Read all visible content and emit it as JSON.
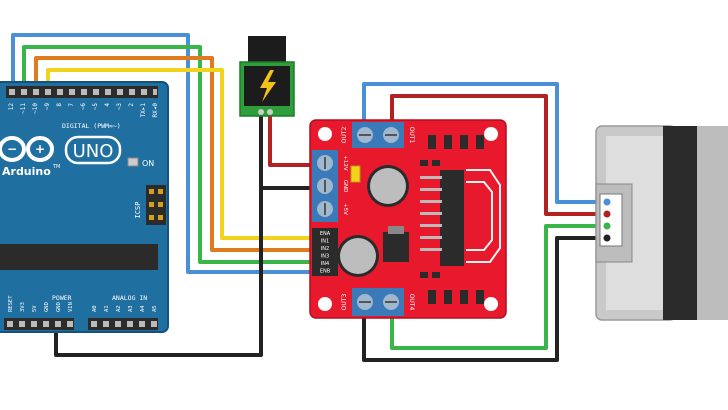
{
  "arduino": {
    "brand_uno": "UNO",
    "brand_arduino": "Arduino",
    "trademark": "TM",
    "digital_label": "DIGITAL (PWM=~)",
    "on_label": "ON",
    "icsp_label": "ICSP",
    "power_label": "POWER",
    "analog_label": "ANALOG IN",
    "top_pins": [
      "12",
      "~11",
      "~10",
      "~9",
      "8",
      "7",
      "~6",
      "~5",
      "4",
      "~3",
      "2",
      "TX▸1",
      "RX◂0"
    ],
    "bottom_pins": [
      "RESET",
      "3V3",
      "5V",
      "GND",
      "GND",
      "VIN"
    ],
    "analog_pins": [
      "A0",
      "A1",
      "A2",
      "A3",
      "A4",
      "A5"
    ]
  },
  "driver": {
    "out1": "OUT1",
    "out2": "OUT2",
    "out3": "OUT3",
    "out4": "OUT4",
    "v12": "+12V",
    "gnd": "GND",
    "v5": "+5V",
    "inputs": [
      "ENA",
      "IN1",
      "IN2",
      "IN3",
      "IN4",
      "ENB"
    ]
  },
  "power_jack": {
    "icon": "lightning-bolt-icon"
  },
  "motor": {
    "type": "stepper-motor"
  },
  "colors": {
    "arduino_blue": "#1f6fa0",
    "driver_red": "#e8192c",
    "terminal_blue": "#3a7ab8",
    "wire_blue": "#4a90d9",
    "wire_green": "#3ab54a",
    "wire_orange": "#e07a1f",
    "wire_yellow": "#f2d21b",
    "wire_red": "#b22222",
    "wire_black": "#222222"
  }
}
